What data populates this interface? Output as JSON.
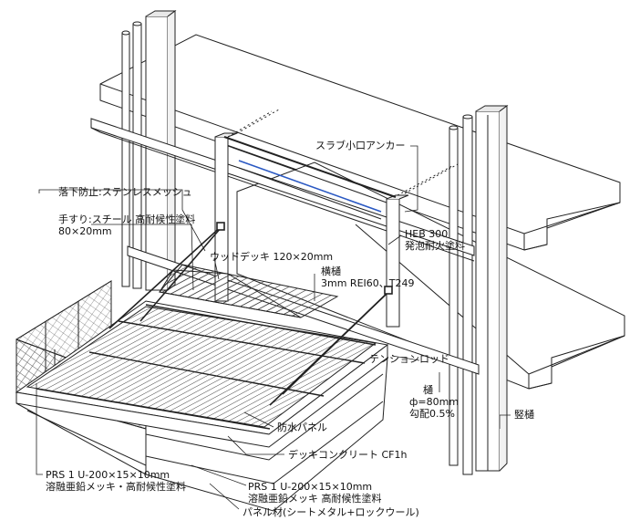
{
  "labels": {
    "slab_anchor": "スラブ小口アンカー",
    "fall_protection": "落下防止:ステンレスメッシュ",
    "handrail_line1": "手すり:スチール 高耐候性塗料",
    "handrail_line2": "80×20mm",
    "wood_deck": "ウッドデッキ 120×20mm",
    "gutter_line1": "横樋",
    "gutter_line2": "3mm REI60、T249",
    "heb_line1": "HEB 300",
    "heb_line2": "発泡耐火塗料",
    "tension_rod": "テンションロッド",
    "drain_line1": "樋",
    "drain_line2": "ф=80mm",
    "drain_line3": "勾配0.5%",
    "downpipe": "竪樋",
    "waterproof_panel": "防水パネル",
    "deck_concrete": "デッキコンクリート CF1h",
    "prs_left_line1": "PRS 1 U-200×15×10mm",
    "prs_left_line2": "溶融亜鉛メッキ・高耐候性塗料",
    "prs_right_line1": "PRS 1 U-200×15×10mm",
    "prs_right_line2": "溶融亜鉛メッキ 高耐候性塗料",
    "panel_material": "パネル材(シートメタル+ロックウール)"
  }
}
